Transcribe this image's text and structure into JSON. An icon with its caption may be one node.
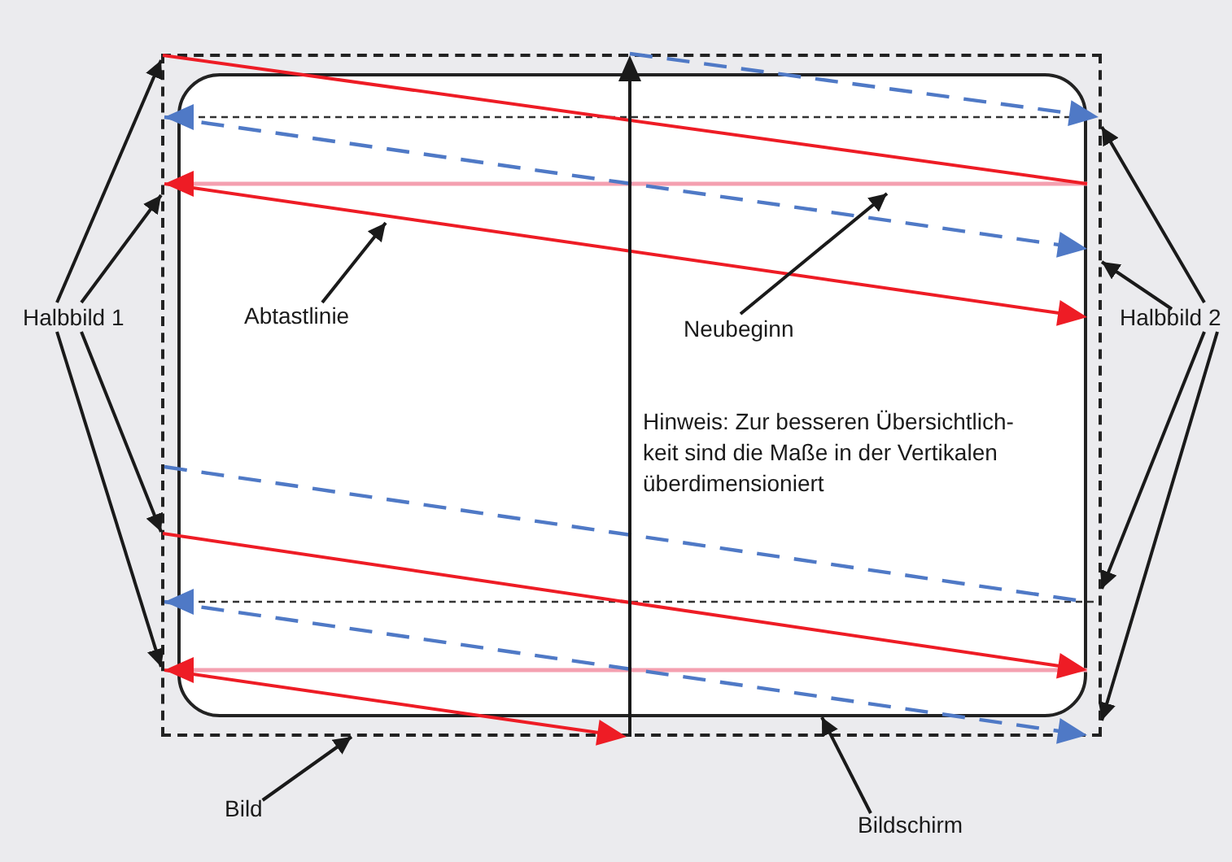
{
  "diagram": {
    "nodes": [
      {
        "text": [
          "Bild"
        ]
      },
      {
        "text": [
          "Bildschirm"
        ]
      },
      {
        "text": [
          "Halbbild 1"
        ]
      },
      {
        "text": [
          "Halbbild 2"
        ]
      },
      {
        "text": [
          "Abtastlinie"
        ],
        "in": 7
      },
      {
        "text": [
          "Neubeginn"
        ],
        "in": 7
      },
      {
        "text": [],
        "shape": "box"
      },
      {
        "text": [],
        "shape": "box",
        "in": 6
      }
    ],
    "edges": [
      {
        "from": 0,
        "to": 6,
        "arrow": "to"
      },
      {
        "from": 1,
        "to": 7,
        "arrow": "to"
      },
      {
        "from": 2,
        "to": 6,
        "arrow": "to"
      },
      {
        "from": 2,
        "to": 6,
        "arrow": "to"
      },
      {
        "from": 2,
        "to": 6,
        "arrow": "to"
      },
      {
        "from": 2,
        "to": 6,
        "arrow": "to"
      },
      {
        "from": 3,
        "to": 6,
        "arrow": "to"
      },
      {
        "from": 3,
        "to": 6,
        "arrow": "to"
      },
      {
        "from": 3,
        "to": 6,
        "arrow": "to"
      },
      {
        "from": 3,
        "to": 6,
        "arrow": "to"
      },
      {
        "from": 4,
        "to": null,
        "arrow": "to"
      },
      {
        "from": 5,
        "to": null,
        "arrow": "to"
      }
    ],
    "labels": [
      "Hinweis: Zur besseren Übersichtlich-keit sind die Maße in der Vertikalen überdimensioniert"
    ]
  }
}
